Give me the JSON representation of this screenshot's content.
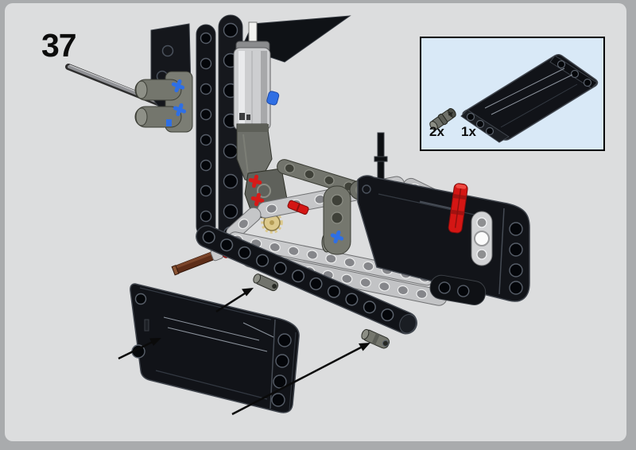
{
  "page": {
    "step_number": "37"
  },
  "callout": {
    "parts": [
      {
        "qty": "2x",
        "name": "dark-gray-pin-connector"
      },
      {
        "qty": "1x",
        "name": "black-panel-fairing"
      }
    ]
  },
  "colors": {
    "outer_background": "#a9abad",
    "page_background": "#dcddde",
    "callout_background": "#d9e9f7",
    "callout_border": "#000000",
    "part_black": "#111318",
    "part_light_gray": "#c9cacc",
    "part_dark_gray": "#73756c",
    "part_red": "#d41614",
    "part_blue": "#2f6fe4",
    "part_tan": "#dcc98c",
    "part_brown": "#5d2d18",
    "part_white": "#f2f2f0",
    "text": "#000000"
  }
}
